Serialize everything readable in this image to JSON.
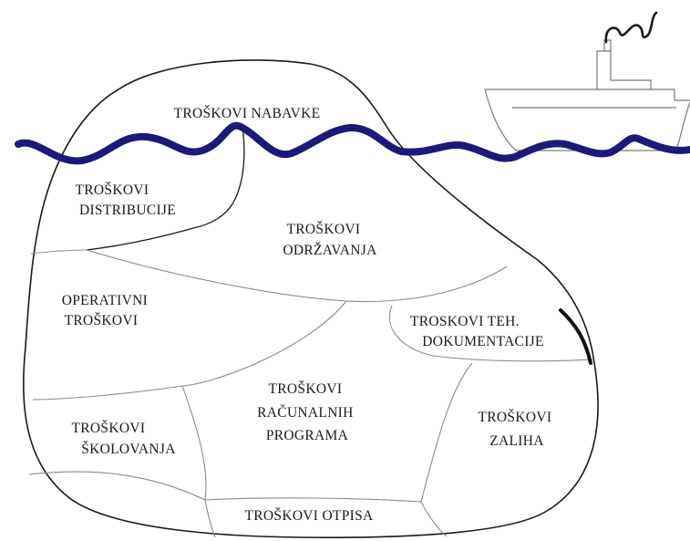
{
  "colors": {
    "wave": "#1c1a78",
    "outline": "#1a1a1a",
    "divider": "#8a8a8a",
    "ship": "#7a7a7a"
  },
  "icons": {
    "ship": "ship-icon",
    "smoke": "smoke-icon"
  },
  "sections": {
    "nabavke": {
      "lines": [
        "TROŠKOVI NABAVKE"
      ]
    },
    "distribucije": {
      "lines": [
        "TROŠKOVI",
        "DISTRIBUCIJE"
      ]
    },
    "odrzavanja": {
      "lines": [
        "TROŠKOVI",
        "ODRŽAVANJA"
      ]
    },
    "operativni": {
      "lines": [
        "OPERATIVNI",
        "TROŠKOVI"
      ]
    },
    "dokumentacije": {
      "lines": [
        "TROSKOVI TEH.",
        "DOKUMENTACIJE"
      ]
    },
    "programa": {
      "lines": [
        "TROŠKOVI",
        "RAČUNALNIH",
        "PROGRAMA"
      ]
    },
    "skolovanja": {
      "lines": [
        "TROŠKOVI",
        "ŠKOLOVANJA"
      ]
    },
    "zaliha": {
      "lines": [
        "TROŠKOVI",
        "ZALIHA"
      ]
    },
    "otpisa": {
      "lines": [
        "TROŠKOVI OTPISA"
      ]
    }
  }
}
